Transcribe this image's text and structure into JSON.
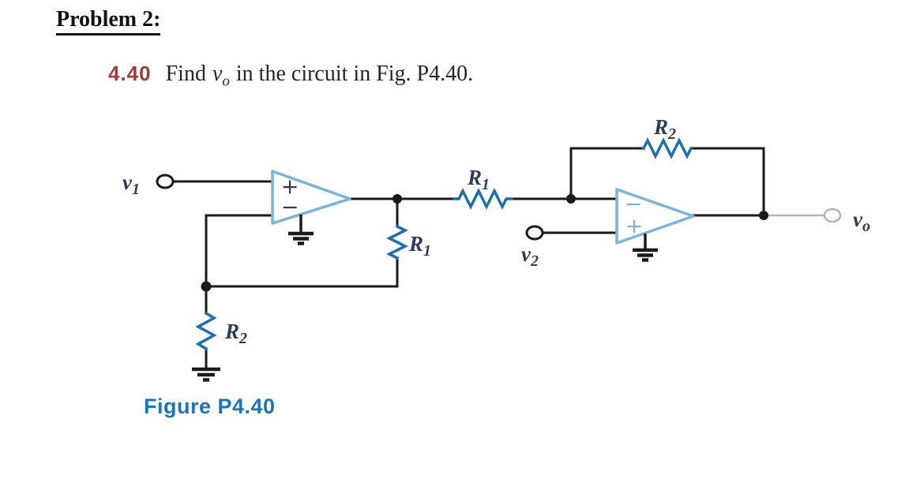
{
  "page": {
    "title": "Problem 2:",
    "problem": {
      "number": "4.40",
      "text_before": "Find",
      "var_base": "v",
      "var_sub": "o",
      "text_after": "in the circuit in Fig. P4.40."
    },
    "figure_caption": "Figure P4.40"
  },
  "circuit": {
    "labels": {
      "v1": {
        "base": "v",
        "sub": "1"
      },
      "v2": {
        "base": "v",
        "sub": "2"
      },
      "vo": {
        "base": "v",
        "sub": "o"
      },
      "r1_series": {
        "base": "R",
        "sub": "1"
      },
      "r1_shunt": {
        "base": "R",
        "sub": "1"
      },
      "r2_feedback": {
        "base": "R",
        "sub": "2"
      },
      "r2_ground": {
        "base": "R",
        "sub": "2"
      }
    },
    "opamp1": {
      "plus": "+",
      "minus": "−",
      "top_input": "+"
    },
    "opamp2": {
      "plus": "+",
      "minus": "−",
      "top_input": "−"
    },
    "colors": {
      "wire_black": "#1a1a1a",
      "resistor_blue": "#1e6fae",
      "opamp_light_blue": "#79b5d9",
      "label_navy": "#2e3a5c",
      "output_gray": "#b4b4b4",
      "problem_number_maroon": "#a03c3c",
      "figure_caption_blue": "#1b75bc"
    }
  }
}
